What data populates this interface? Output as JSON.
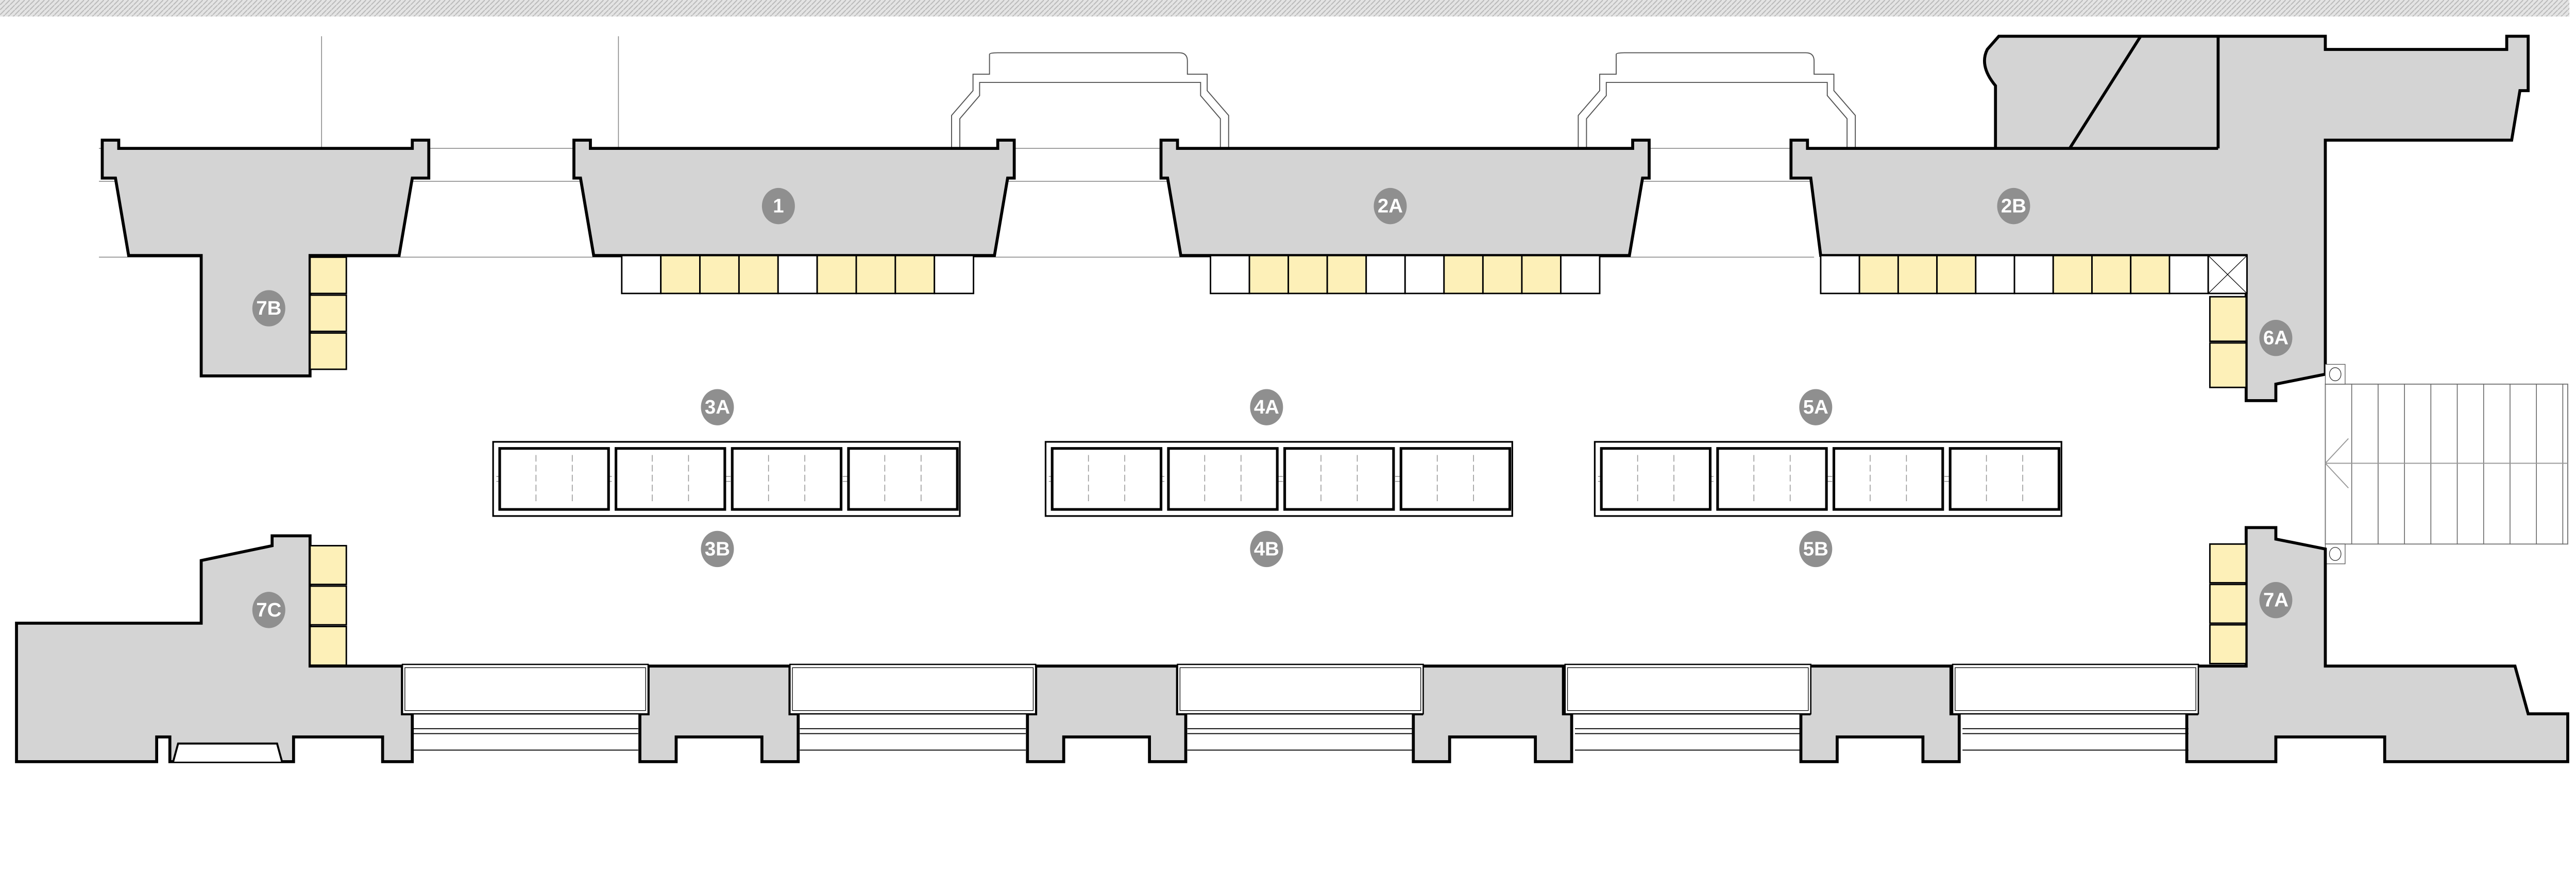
{
  "plan": {
    "colors": {
      "wall_fill": "#d4d4d4",
      "highlight": "#fdf0b8",
      "badge": "#8f8f8f"
    },
    "badges": {
      "b1": "1",
      "b2A": "2A",
      "b2B": "2B",
      "b3A": "3A",
      "b3B": "3B",
      "b4A": "4A",
      "b4B": "4B",
      "b5A": "5A",
      "b5B": "5B",
      "b6A": "6A",
      "b7A": "7A",
      "b7B": "7B",
      "b7C": "7C"
    },
    "cabinet_rows": {
      "row1": [
        "empty",
        "highlighted",
        "highlighted",
        "highlighted",
        "empty",
        "highlighted",
        "highlighted",
        "highlighted",
        "empty"
      ],
      "row2A": [
        "empty",
        "highlighted",
        "highlighted",
        "highlighted",
        "empty",
        "empty",
        "highlighted",
        "highlighted",
        "highlighted",
        "empty"
      ],
      "row2B": [
        "empty",
        "highlighted",
        "highlighted",
        "highlighted",
        "empty",
        "empty",
        "highlighted",
        "highlighted",
        "highlighted",
        "empty",
        "crossed"
      ],
      "col6A": [
        "highlighted",
        "highlighted"
      ],
      "col7A": [
        "highlighted",
        "highlighted",
        "highlighted"
      ],
      "col7B": [
        "highlighted",
        "highlighted",
        "highlighted"
      ],
      "col7C": [
        "highlighted",
        "highlighted",
        "highlighted"
      ]
    }
  }
}
